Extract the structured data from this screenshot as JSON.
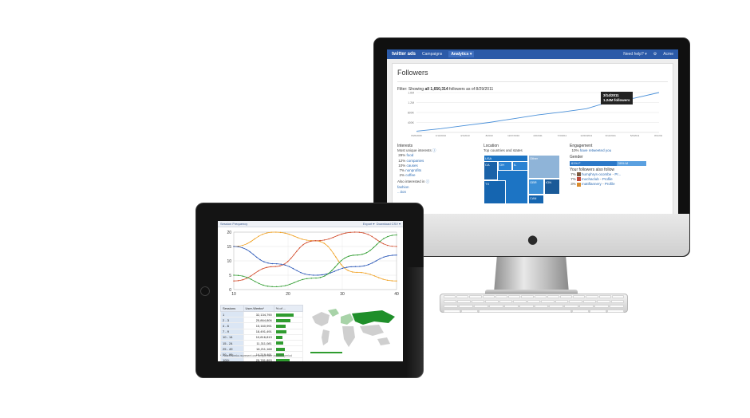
{
  "imac": {
    "nav": {
      "logo": "twitter ads",
      "tabs": [
        "Campaigns",
        "Analytics ▾"
      ],
      "help": "Need help? ▾",
      "account": "Acme"
    },
    "page_title": "Followers",
    "filter": {
      "prefix": "Filter: Showing ",
      "bold": "all 1,650,314",
      "suffix": " followers as of 8/29/2011"
    },
    "chart_data": {
      "type": "line",
      "x": [
        "8/26/2009",
        "1/14/2010",
        "4/1/2010",
        "8/2010",
        "12/27/2010",
        "4/3/2011",
        "7/3/2011",
        "12/20/2011",
        "3/14/2011",
        "5/6/2011",
        "8/1/2011"
      ],
      "values": [
        0.05,
        0.15,
        0.28,
        0.4,
        0.55,
        0.7,
        0.82,
        0.95,
        1.24,
        1.38,
        1.6
      ],
      "y_ticks": [
        "1.6M",
        "1.2M",
        "800K",
        "400K"
      ],
      "tooltip": {
        "date": "3/14/2011",
        "value": "1.24M followers"
      },
      "colors": {
        "line": "#4a90d9"
      }
    },
    "interests": {
      "title": "Interests",
      "subtitle": "Most unique interests",
      "items": [
        {
          "pct": "29%",
          "label": "food"
        },
        {
          "pct": "12%",
          "label": "companies"
        },
        {
          "pct": "10%",
          "label": "causes"
        },
        {
          "pct": "7%",
          "label": "nonprofits"
        },
        {
          "pct": "2%",
          "label": "coffee"
        }
      ],
      "also": "Also interested in",
      "also_items": [
        "fashion",
        "...tion"
      ]
    },
    "location": {
      "title": "Location",
      "subtitle": "Top countries and states",
      "cells": [
        "USA",
        "CA",
        "OH",
        "IL",
        "TX",
        "Other",
        "GBR",
        "ION",
        "CAN"
      ]
    },
    "engagement": {
      "title": "Engagement",
      "line": {
        "pct": "10%",
        "label": "have retweeted you"
      },
      "gender_title": "Gender",
      "gender": [
        {
          "label": "61% F"
        },
        {
          "label": "39% M"
        }
      ],
      "follow_title": "Your followers also follow",
      "follow": [
        {
          "pct": "7%",
          "name": "humphrys-ocombe",
          "link": "Pr..."
        },
        {
          "pct": "7%",
          "name": "mochaclub",
          "link": "Profile"
        },
        {
          "pct": "3%",
          "name": "mattflannery",
          "link": "Profile"
        }
      ]
    }
  },
  "ipad": {
    "header": {
      "title": "Session Frequency",
      "links": [
        "Export ▾",
        "Download CSV ▾"
      ]
    },
    "chart_data": {
      "type": "line",
      "x": [
        10,
        20,
        30,
        40
      ],
      "ylim": [
        0,
        20
      ],
      "y_ticks": [
        "20",
        "15",
        "10",
        "5",
        "0"
      ],
      "x_ticks": [
        "10",
        "20",
        "30",
        "40"
      ],
      "series": [
        {
          "color": "#f0a020",
          "values": [
            15,
            20,
            17,
            6,
            3
          ]
        },
        {
          "color": "#d24a2a",
          "values": [
            3,
            8,
            17,
            20,
            15
          ]
        },
        {
          "color": "#2b58b8",
          "values": [
            15,
            9,
            5,
            8,
            12
          ]
        },
        {
          "color": "#2f9c2f",
          "values": [
            5,
            1,
            4,
            12,
            19
          ]
        }
      ]
    },
    "table": {
      "headers": [
        "Sessions",
        "User-Weeks*",
        "% of ..."
      ],
      "rows": [
        {
          "sessions": "1",
          "weeks": "32,134,790",
          "pct": 0.9
        },
        {
          "sessions": "2 - 3",
          "weeks": "25,864,806",
          "pct": 0.75
        },
        {
          "sessions": "4 - 6",
          "weeks": "15,160,991",
          "pct": 0.5
        },
        {
          "sessions": "7 - 9",
          "weeks": "18,491,491",
          "pct": 0.55
        },
        {
          "sessions": "10 - 14",
          "weeks": "10,816,813",
          "pct": 0.35
        },
        {
          "sessions": "15 - 24",
          "weeks": "11,311,081",
          "pct": 0.38
        },
        {
          "sessions": "25 - 49",
          "weeks": "18,211,168",
          "pct": 0.45
        },
        {
          "sessions": "50 - 99",
          "weeks": "14,219,491",
          "pct": 0.42
        },
        {
          "sessions": "100+",
          "weeks": "25,781,893",
          "pct": 0.7
        }
      ],
      "footnote": "* - User-Weeks represent one unique user over the period"
    },
    "map": {
      "highlight": "#1f8f2a",
      "light": "#a8d3a8",
      "base": "#cfcfcf"
    }
  }
}
